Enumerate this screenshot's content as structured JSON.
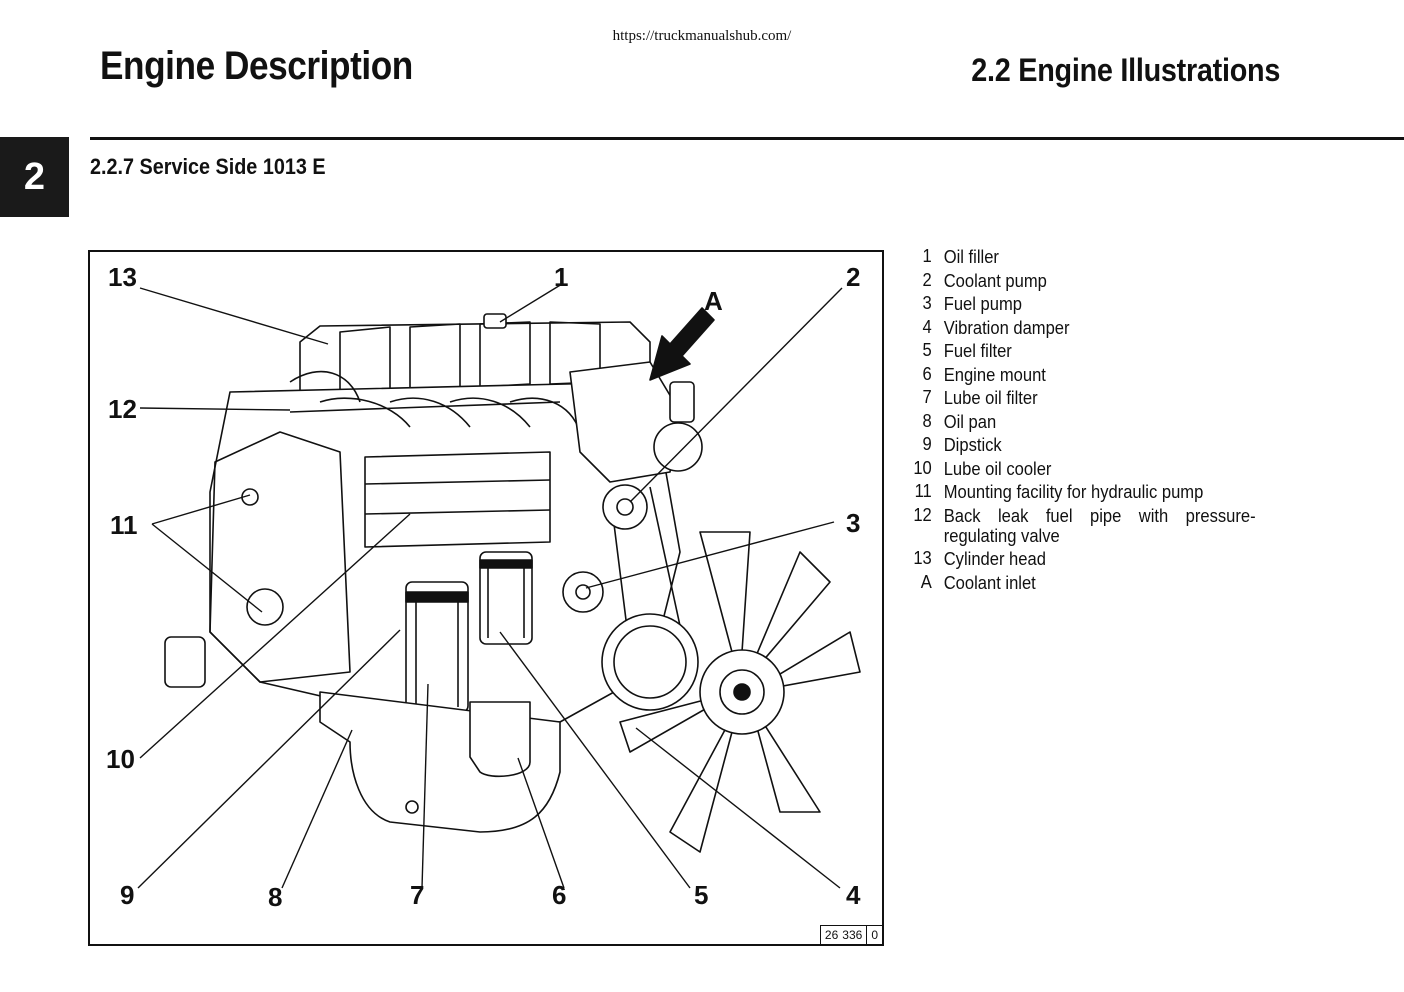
{
  "header": {
    "url": "https://truckmanualshub.com/",
    "title": "Engine Description",
    "section": "2.2 Engine Illustrations"
  },
  "chapter_tab": "2",
  "section_title": "2.2.7  Service Side 1013 E",
  "figure": {
    "callouts": [
      "13",
      "1",
      "A",
      "2",
      "12",
      "11",
      "3",
      "10",
      "9",
      "8",
      "7",
      "6",
      "5",
      "4"
    ],
    "figure_id": [
      "26",
      "336",
      "0"
    ]
  },
  "legend": [
    {
      "key": "1",
      "text": "Oil filler"
    },
    {
      "key": "2",
      "text": "Coolant pump"
    },
    {
      "key": "3",
      "text": "Fuel pump"
    },
    {
      "key": "4",
      "text": "Vibration damper"
    },
    {
      "key": "5",
      "text": "Fuel filter"
    },
    {
      "key": "6",
      "text": "Engine mount"
    },
    {
      "key": "7",
      "text": "Lube oil filter"
    },
    {
      "key": "8",
      "text": "Oil pan"
    },
    {
      "key": "9",
      "text": "Dipstick"
    },
    {
      "key": "10",
      "text": "Lube oil cooler"
    },
    {
      "key": "11",
      "text": "Mounting facility for hydraulic pump"
    },
    {
      "key": "12",
      "text": "Back leak fuel pipe with pressure-regulating valve"
    },
    {
      "key": "13",
      "text": "Cylinder head"
    },
    {
      "key": "A",
      "text": "Coolant inlet"
    }
  ]
}
